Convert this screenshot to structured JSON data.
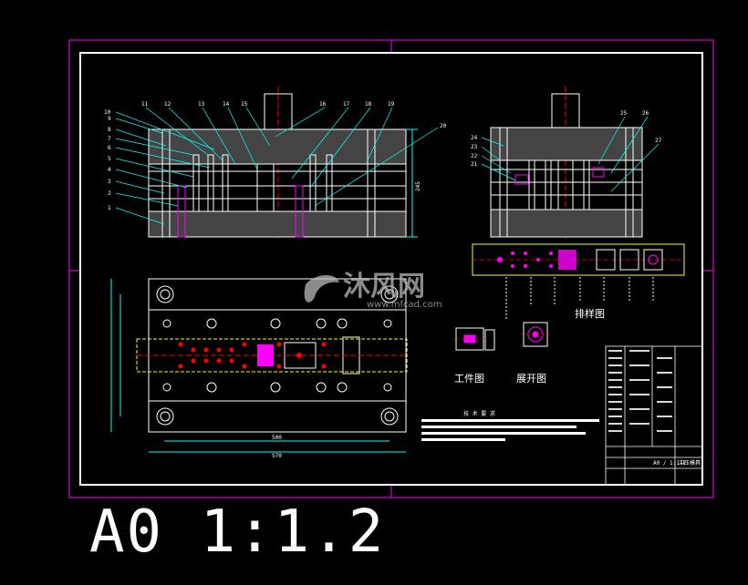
{
  "drawing": {
    "scale_label": "A0 1:1.2",
    "watermark_brand": "沐风网",
    "watermark_url": "www.mfcad.com",
    "view_labels": {
      "workpiece": "工件图",
      "unfold": "展开图",
      "strip_layout": "排样图"
    },
    "front_view_callouts": [
      "1",
      "2",
      "3",
      "4",
      "5",
      "6",
      "7",
      "8",
      "9",
      "10",
      "11",
      "12",
      "13",
      "14",
      "15",
      "16",
      "17",
      "18",
      "19",
      "20"
    ],
    "side_view_callouts": [
      "21",
      "22",
      "23",
      "24",
      "25",
      "26",
      "27"
    ],
    "dimensions": {
      "plan_width_inner": "500",
      "plan_width_outer": "570",
      "side_height": "245"
    },
    "tech_requirements_title": "技 术 要 求",
    "title_block": {
      "part_name": "冲压模具",
      "drawing_no": "A0 / 1:1.2"
    }
  },
  "colors": {
    "background": "#000000",
    "frame_outer": "#ff00ff",
    "frame_inner": "#ffffff",
    "center_line": "#ff0000",
    "callout": "#00ffff",
    "highlight": "#ff00ff",
    "strip": "#ffff00"
  }
}
